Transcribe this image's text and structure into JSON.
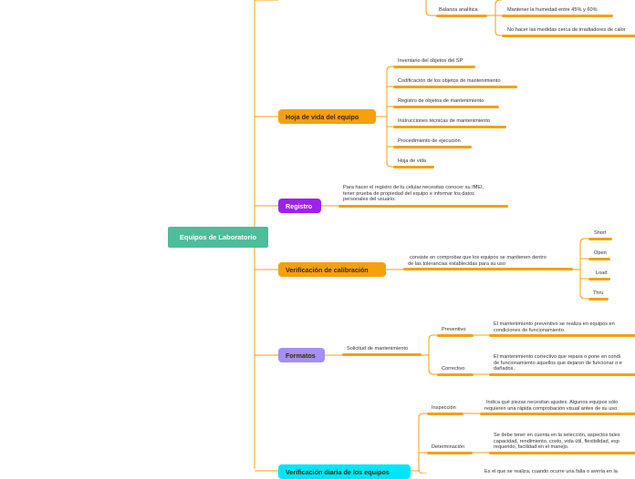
{
  "colors": {
    "root": "#4dbd9b",
    "orange": "#f6a00c",
    "purple": "#a020f0",
    "lavender": "#a48ff5",
    "cyan": "#00e5ff",
    "line": "#f6a00c"
  },
  "root": {
    "label": "Equipos de Laboratorio"
  },
  "top_branch": {
    "item": "Balanza analítica",
    "tips": [
      "Mantener la humedad entre 45% y 60%",
      "No hacer las medidas cerca de irradiadores de calor"
    ]
  },
  "hoja_de_vida": {
    "label": "Hoja de vida del equipo",
    "items": [
      "Inventario del objetos del SP",
      "Codificación de los objetos de mantenimiento",
      "Registro de objetos de mantenimiento",
      "Instrucciones técnicas de mantenimiento",
      "Procedimiento de ejecución",
      "Hoja de vida"
    ]
  },
  "registro": {
    "label": "Registro",
    "desc": [
      "Para hacer el registro de tu celular necesitas conocer su IMEI,",
      "tener prueba de propiedad del equipo e informar los datos",
      "personales del usuario."
    ]
  },
  "calibracion": {
    "label": "Verificación de calibración",
    "desc": [
      "consiste en comprobar que los equipos se mantienen dentro",
      "de las tolerancias establecidas para su uso"
    ],
    "items": [
      "Short",
      "Open",
      "Load",
      "Thru"
    ]
  },
  "formatos": {
    "label": "Formatos",
    "item": "Solicitud de mantenimiento",
    "preventivo": {
      "label": "Preventivo",
      "desc": [
        "El mantenimiento preventivo se realiza en equipos en",
        "condiciones de funcionamiento."
      ]
    },
    "correctivo": {
      "label": "Correctivo",
      "desc": [
        "El mantenimiento correctivo que repara o pone en condi",
        "de funcionamiento aquellos que dejaron de funcionar o e",
        "dañados."
      ]
    }
  },
  "diaria": {
    "label": "Verificación diaria de los equipos",
    "inspeccion": {
      "label": "Inspección",
      "desc": [
        "Indica qué piezas necesitan ajustes. Algunos equipos sólo",
        "requieren una rápida comprobación visual antes de su uso."
      ]
    },
    "determinacion": {
      "label": "Determinación",
      "desc": [
        "Se debe tener en cuenta en la selección, aspectos tales",
        "capacidad, rendimiento, costo, vida útil, flexibilidad, esp",
        "requerido, facilidad en el manejo."
      ]
    },
    "extra": "Es el que se realiza, cuando ocurre una falla o avería en la"
  }
}
